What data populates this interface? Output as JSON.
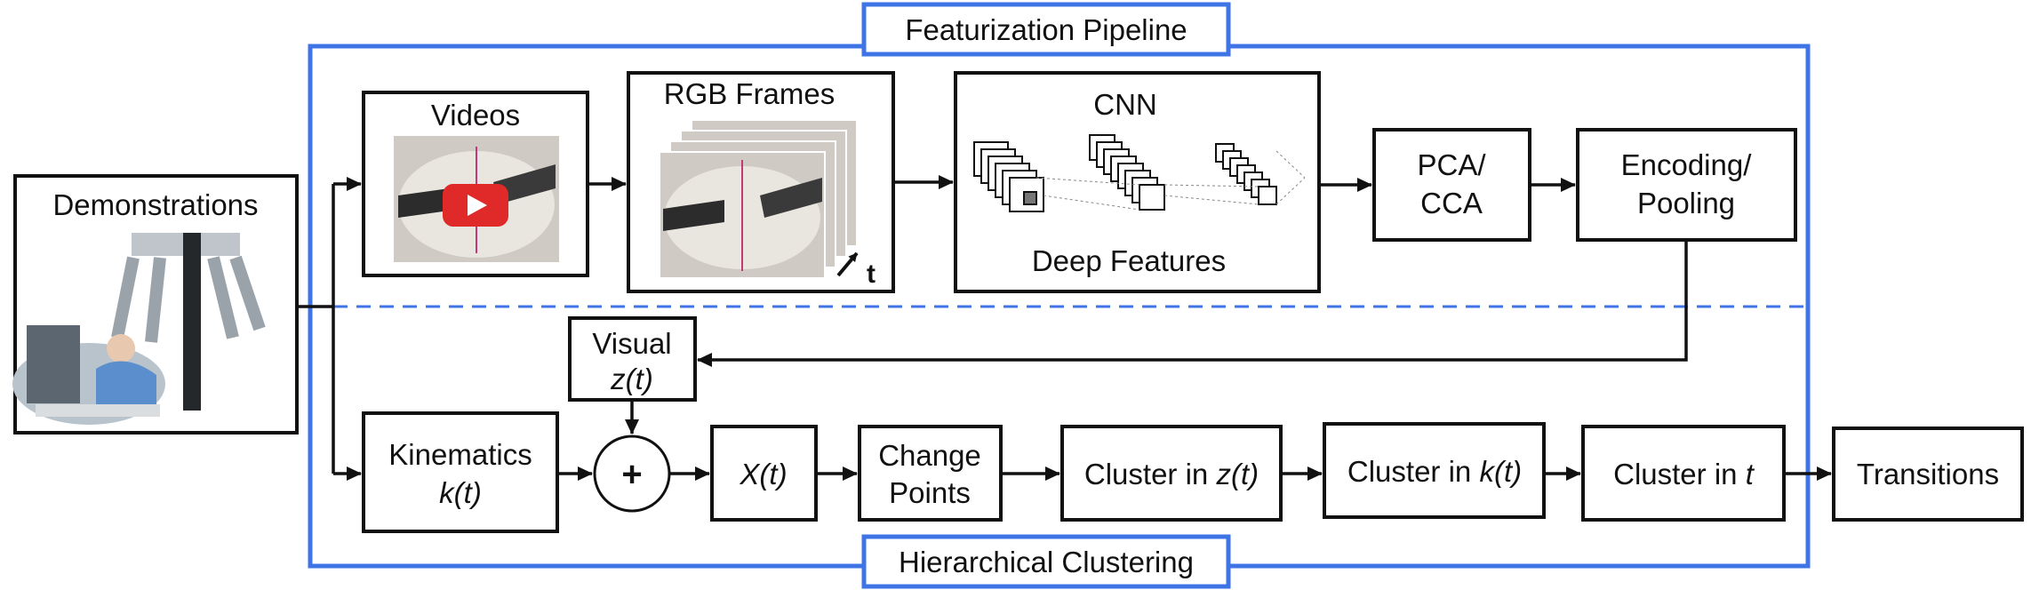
{
  "pipeline": {
    "featurization_label": "Featurization Pipeline",
    "clustering_label": "Hierarchical Clustering"
  },
  "nodes": {
    "demonstrations": "Demonstrations",
    "videos": "Videos",
    "rgb_frames": "RGB Frames",
    "time_arrow_label": "t",
    "cnn_title": "CNN",
    "cnn_caption": "Deep Features",
    "pca_line1": "PCA/",
    "pca_line2": "CCA",
    "encoding_line1": "Encoding/",
    "encoding_line2": "Pooling",
    "visual_line1": "Visual",
    "visual_line2": "z(t)",
    "kinematics_line1": "Kinematics",
    "kinematics_line2": "k(t)",
    "plus": "+",
    "xt": "X(t)",
    "change_line1": "Change",
    "change_line2": "Points",
    "cluster_z_prefix": "Cluster in ",
    "cluster_z_var": "z(t)",
    "cluster_k_prefix": "Cluster in ",
    "cluster_k_var": "k(t)",
    "cluster_t_prefix": "Cluster in ",
    "cluster_t_var": "t",
    "transitions": "Transitions"
  },
  "colors": {
    "pipeline_border": "#3f74e6",
    "box_border": "#111111",
    "youtube_red": "#e02a2a",
    "video_bg": "#cfcac4"
  },
  "icons": [
    "youtube-play-icon",
    "time-arrow-icon",
    "robot-surgeon-image"
  ]
}
